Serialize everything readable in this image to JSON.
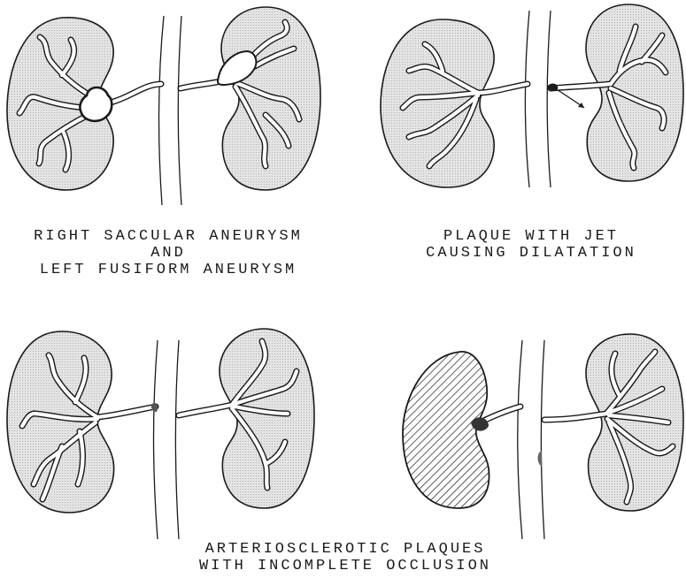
{
  "panels": {
    "top_left": {
      "lines": [
        "RIGHT SACCULAR ANEURYSM",
        "AND",
        "LEFT FUSIFORM ANEURYSM"
      ]
    },
    "top_right": {
      "lines": [
        "PLAQUE WITH JET",
        "CAUSING DILATATION"
      ]
    },
    "bottom": {
      "lines": [
        "ARTERIOSCLEROTIC PLAQUES",
        "WITH INCOMPLETE OCCLUSION"
      ]
    }
  },
  "colors": {
    "ink": "#1a1a1a",
    "kidney_fill": "#dcdcdc",
    "vessel_fill": "#ffffff",
    "background": "#ffffff"
  }
}
